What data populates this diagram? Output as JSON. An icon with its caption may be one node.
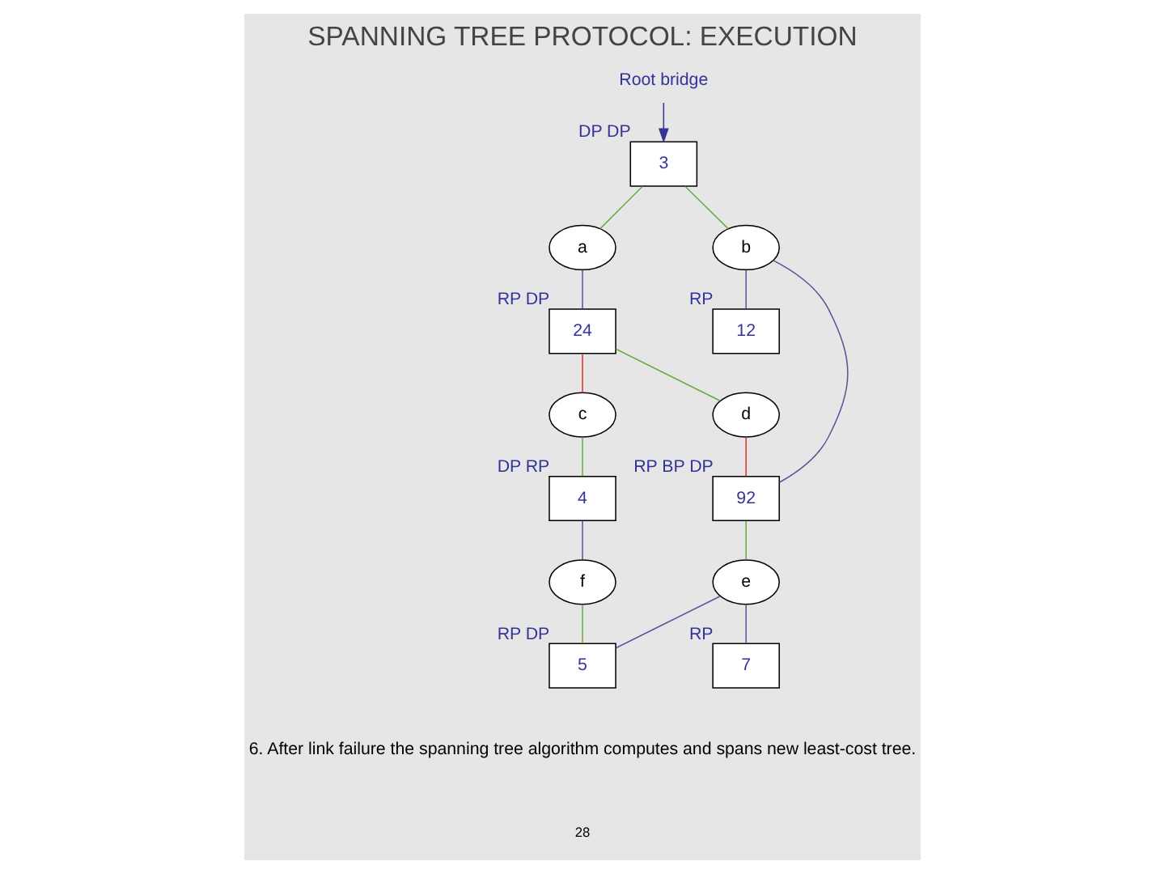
{
  "diagram": {
    "title": "SPANNING TREE PROTOCOL: EXECUTION",
    "caption": "6. After link failure the spanning tree algorithm computes and spans new least-cost tree.",
    "nodes": [
      {
        "text": [
          "Root bridge"
        ]
      },
      {
        "text": [
          "3"
        ],
        "beside": [
          "DP",
          "DP"
        ]
      },
      {
        "text": [
          "a"
        ]
      },
      {
        "text": [
          "b"
        ]
      },
      {
        "text": [
          "24"
        ],
        "beside": [
          "RP",
          "DP"
        ]
      },
      {
        "text": [
          "d"
        ]
      },
      {
        "text": [
          "92"
        ],
        "beside": [
          "RP",
          "BP",
          "DP"
        ]
      },
      {
        "text": [
          "12"
        ],
        "beside": [
          "RP"
        ]
      },
      {
        "text": [
          "c"
        ]
      },
      {
        "text": [
          "e"
        ]
      },
      {
        "text": [
          "4"
        ],
        "beside": [
          "DP",
          "RP"
        ]
      },
      {
        "text": [
          "f"
        ]
      },
      {
        "text": [
          "5"
        ],
        "beside": [
          "RP",
          "DP"
        ]
      },
      {
        "text": [
          "7"
        ],
        "beside": [
          "RP"
        ]
      }
    ],
    "edges": [
      {
        "from": 0,
        "to": 1,
        "arrow": "to",
        "color": "#333399"
      },
      {
        "from": 1,
        "to": 2,
        "arrow": "none",
        "color": "#66aa44"
      },
      {
        "from": 1,
        "to": 3,
        "arrow": "none",
        "color": "#66aa44"
      },
      {
        "from": 2,
        "to": 4,
        "arrow": "none",
        "color": "#555599"
      },
      {
        "from": 3,
        "to": 6,
        "arrow": "none",
        "color": "#555599"
      },
      {
        "from": 3,
        "to": 7,
        "arrow": "none",
        "color": "#555599"
      },
      {
        "from": 4,
        "to": 5,
        "arrow": "none",
        "color": "#66aa44"
      },
      {
        "from": 5,
        "to": 6,
        "arrow": "none",
        "color": "#dd3333"
      },
      {
        "from": 4,
        "to": 8,
        "arrow": "none",
        "color": "#dd3333"
      },
      {
        "from": 6,
        "to": 9,
        "arrow": "none",
        "color": "#66aa44"
      },
      {
        "from": 9,
        "to": 12,
        "arrow": "none",
        "color": "#555599"
      },
      {
        "from": 9,
        "to": 13,
        "arrow": "none",
        "color": "#555599"
      },
      {
        "from": 8,
        "to": 10,
        "arrow": "none",
        "color": "#66aa44"
      },
      {
        "from": 10,
        "to": 11,
        "arrow": "none",
        "color": "#555599"
      },
      {
        "from": 11,
        "to": 12,
        "arrow": "none",
        "color": "#66aa44"
      }
    ],
    "labels": [
      "28"
    ]
  }
}
